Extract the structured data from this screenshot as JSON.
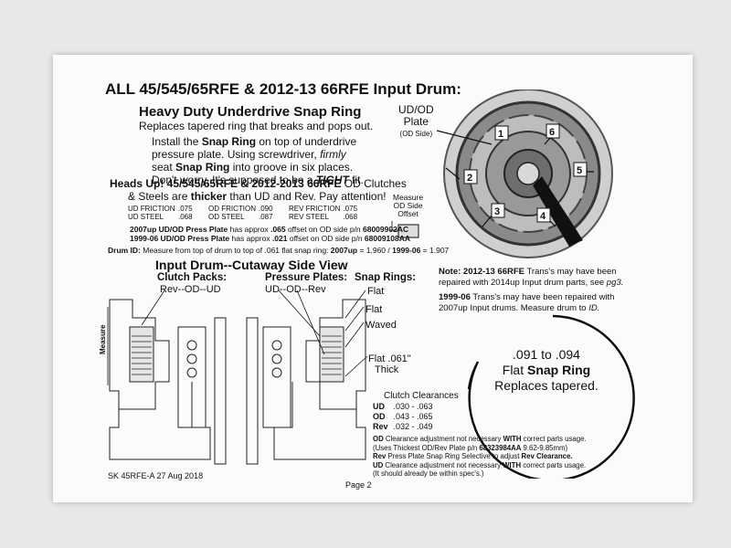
{
  "page": {
    "title": "ALL 45/545/65RFE & 2012-13 66RFE Input Drum:",
    "subtitle": "Heavy Duty Underdrive Snap Ring",
    "replace_note": "Replaces tapered ring that breaks and pops out.",
    "install": {
      "l1a": "Install the ",
      "l1b": "Snap Ring",
      "l1c": " on top of underdrive",
      "l2": "pressure plate.  Using screwdriver, ",
      "l2b": "firmly",
      "l3a": "seat ",
      "l3b": "Snap Ring",
      "l3c": " into groove in six places.",
      "l4a": "Don't worry, It's supposed to be a ",
      "l4b": "TIGHT",
      "l4c": " fit."
    },
    "heads_up": {
      "line1": "Heads Up!  45/545/65RFE & 2012-2013 66RFE",
      "line1b": " OD Clutches",
      "line2a": "& Steels are ",
      "line2b": "thicker",
      "line2c": " than UD and Rev. Pay attention!"
    },
    "spec_rows": [
      [
        "UD FRICTION",
        ".075",
        "OD FRICTION",
        ".090",
        "REV FRICTION",
        ".075"
      ],
      [
        "UD STEEL",
        ".068",
        "OD STEEL",
        ".087",
        "REV STEEL",
        ".068"
      ]
    ],
    "measure_label": {
      "l1": "Measure",
      "l2": "OD Side",
      "l3": "Offset"
    },
    "offsets": {
      "l1a": "2007up UD/OD Press Plate",
      "l1b": " has approx ",
      "l1c": ".065",
      "l1d": " offset on OD side p/n ",
      "l1e": "68009902AC",
      "l2a": "1999-06 UD/OD Press Plate",
      "l2b": " has approx ",
      "l2c": ".021",
      "l2d": " offset on OD side p/n ",
      "l2e": "68009108AA"
    },
    "drum_id": {
      "a": "Drum ID:",
      "b": " Measure from top of drum to top of .061 flat snap ring: ",
      "c": "2007up",
      "d": " = 1.960 / ",
      "e": "1999-06",
      "f": " = 1.907"
    },
    "cutaway": {
      "title": "Input Drum--Cutaway Side View",
      "clutch_packs": "Clutch Packs:",
      "clutch_order": "Rev--OD--UD",
      "pressure_plates": "Pressure Plates:",
      "plate_order": "UD--OD--Rev",
      "snap_rings": "Snap Rings:",
      "flat1": "Flat",
      "flat2": "Flat",
      "waved": "Waved",
      "flat061": "Flat .061\"",
      "thick": "Thick",
      "measure_side": "Measure"
    },
    "photo": {
      "plate_label": {
        "l1": "UD/OD",
        "l2": "Plate",
        "l3": "(OD Side)"
      },
      "numbers": [
        "1",
        "2",
        "3",
        "4",
        "5",
        "6"
      ]
    },
    "right_note": {
      "a": "Note: 2012-13 66RFE",
      "b": " Trans's may have been",
      "c": "repaired with 2014up Input drum parts, see ",
      "d": "pg3.",
      "e": "1999-06",
      "f": " Trans's may have been ",
      "g": "repaired with",
      "h": "2007up Input drums. Measure drum to ",
      "i": "ID."
    },
    "ring_callout": {
      "l1": ".091 to .094",
      "l2a": "Flat ",
      "l2b": "Snap Ring",
      "l3": "Replaces tapered."
    },
    "clearances": {
      "title": "Clutch Clearances",
      "rows": [
        [
          "UD",
          ".030 - .063"
        ],
        [
          "OD",
          ".043 - .065"
        ],
        [
          "Rev",
          ".032 - .049"
        ]
      ]
    },
    "adjust_notes": {
      "n1a": "OD",
      "n1b": " Clearance adjustment not necessary ",
      "n1c": "WITH",
      "n1d": " correct parts usage.",
      "n2": "(Uses Thickest OD/Rev Plate p/n ",
      "n2b": "68323984AA",
      "n2c": " 9.62-9.85mm)",
      "n3a": "Rev",
      "n3b": " Press Plate Snap Ring Selective to adjust ",
      "n3c": "Rev Clearance.",
      "n4a": "UD",
      "n4b": " Clearance adjustment not necessary ",
      "n4c": "WITH",
      "n4d": " correct parts usage.",
      "n5": "(It should already be within spec's.)"
    },
    "footer": {
      "doc_id": "SK 45RFE-A  27 Aug 2018",
      "page": "Page 2"
    }
  }
}
